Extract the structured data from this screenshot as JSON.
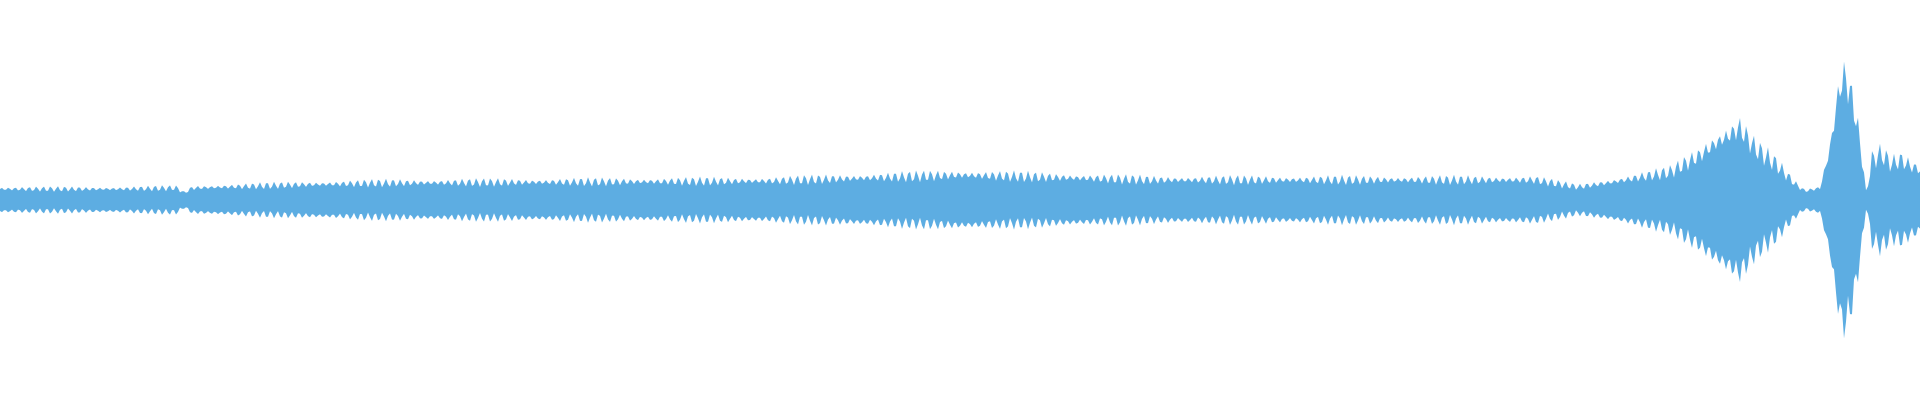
{
  "waveform": {
    "color": "#5DADE2",
    "background": "#FFFFFF",
    "amplitude_envelope": [
      [
        0.0,
        0.055
      ],
      [
        0.06,
        0.055
      ],
      [
        0.092,
        0.06
      ],
      [
        0.096,
        0.035
      ],
      [
        0.1,
        0.06
      ],
      [
        0.15,
        0.075
      ],
      [
        0.2,
        0.085
      ],
      [
        0.3,
        0.09
      ],
      [
        0.4,
        0.095
      ],
      [
        0.45,
        0.11
      ],
      [
        0.5,
        0.125
      ],
      [
        0.56,
        0.11
      ],
      [
        0.6,
        0.1
      ],
      [
        0.7,
        0.1
      ],
      [
        0.8,
        0.1
      ],
      [
        0.812,
        0.08
      ],
      [
        0.822,
        0.065
      ],
      [
        0.84,
        0.09
      ],
      [
        0.87,
        0.14
      ],
      [
        0.885,
        0.22
      ],
      [
        0.893,
        0.28
      ],
      [
        0.9,
        0.32
      ],
      [
        0.906,
        0.36
      ],
      [
        0.914,
        0.26
      ],
      [
        0.925,
        0.18
      ],
      [
        0.935,
        0.08
      ],
      [
        0.94,
        0.045
      ],
      [
        0.948,
        0.06
      ],
      [
        0.953,
        0.25
      ],
      [
        0.958,
        0.56
      ],
      [
        0.961,
        0.62
      ],
      [
        0.966,
        0.45
      ],
      [
        0.97,
        0.2
      ],
      [
        0.972,
        0.03
      ],
      [
        0.975,
        0.2
      ],
      [
        0.98,
        0.23
      ],
      [
        0.985,
        0.18
      ],
      [
        0.99,
        0.2
      ],
      [
        0.995,
        0.17
      ],
      [
        1.0,
        0.15
      ]
    ]
  }
}
